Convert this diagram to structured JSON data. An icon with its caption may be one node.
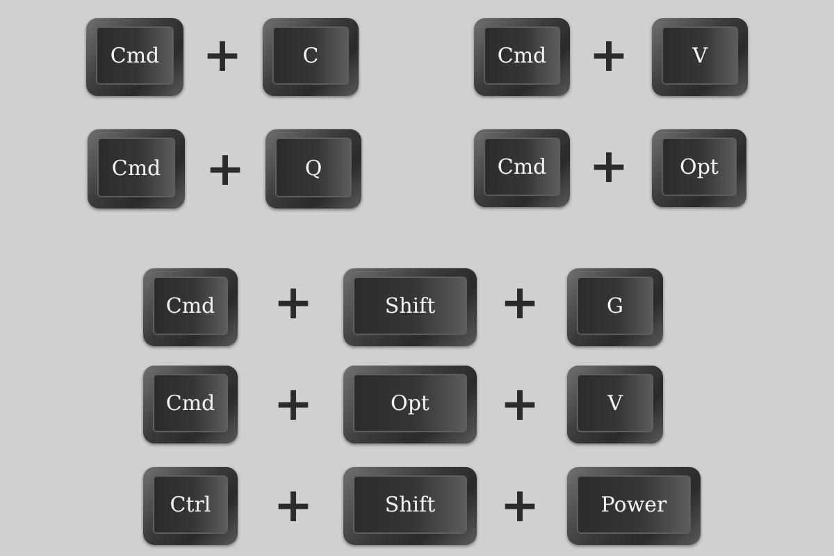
{
  "diagram": {
    "nodes": [
      {
        "text": [
          "Cmd"
        ]
      },
      {
        "text": [
          "C"
        ]
      },
      {
        "text": [
          "Cmd"
        ]
      },
      {
        "text": [
          "V"
        ]
      },
      {
        "text": [
          "Cmd"
        ]
      },
      {
        "text": [
          "Q"
        ]
      },
      {
        "text": [
          "Cmd"
        ]
      },
      {
        "text": [
          "Opt"
        ]
      },
      {
        "text": [
          "Cmd"
        ]
      },
      {
        "text": [
          "Shift"
        ]
      },
      {
        "text": [
          "G"
        ]
      },
      {
        "text": [
          "Cmd"
        ]
      },
      {
        "text": [
          "Opt"
        ]
      },
      {
        "text": [
          "V"
        ]
      },
      {
        "text": [
          "Ctrl"
        ]
      },
      {
        "text": [
          "Shift"
        ]
      },
      {
        "text": [
          "Power"
        ]
      }
    ],
    "labels": [
      "+",
      "+",
      "+",
      "+",
      "+",
      "+",
      "+",
      "+",
      "+",
      "+"
    ]
  }
}
